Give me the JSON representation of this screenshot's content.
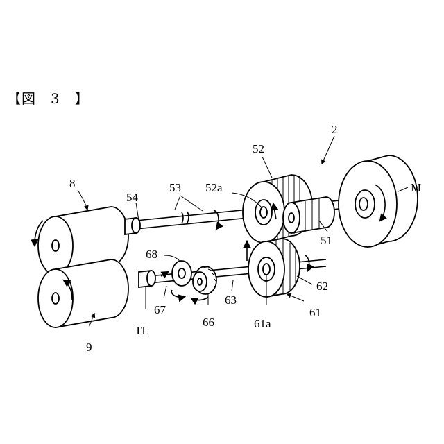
{
  "figure": {
    "caption": "【図　3　】"
  },
  "labels": {
    "assembly": "2",
    "motor": "M",
    "gear_52": "52",
    "gear_52a": "52a",
    "gear_51": "51",
    "shaft_53": "53",
    "joint_54": "54",
    "roller_8": "8",
    "roller_9": "9",
    "gear_61": "61",
    "gear_61a": "61a",
    "gear_62": "62",
    "shaft_63": "63",
    "gear_66": "66",
    "gear_67": "67",
    "gear_68": "68",
    "limiter_TL": "TL"
  }
}
